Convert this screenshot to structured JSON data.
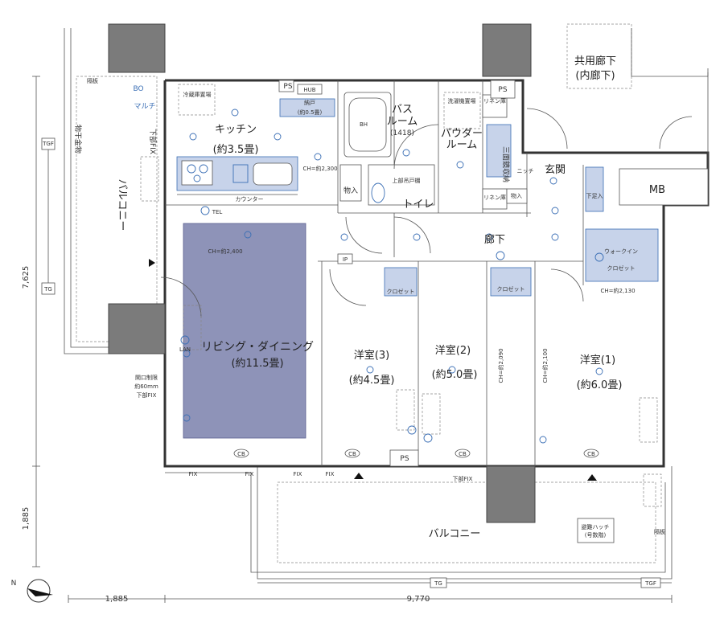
{
  "rooms": {
    "kitchen": "キッチン",
    "kitchen_size": "(約3.5畳)",
    "living": "リビング・ダイニング",
    "living_size": "(約11.5畳)",
    "bedroom3": "洋室(3)",
    "bedroom3_size": "(約4.5畳)",
    "bedroom2": "洋室(2)",
    "bedroom2_size": "(約5.0畳)",
    "bedroom1": "洋室(1)",
    "bedroom1_size": "(約6.0畳)",
    "bath": "バス",
    "bath2": "ルーム",
    "bath_size": "(1418)",
    "powder": "パウダー",
    "powder2": "ルーム",
    "toilet": "トイレ",
    "hall": "廊下",
    "entrance": "玄関",
    "common_corridor": "共用廊下",
    "common_corridor2": "(内廊下)",
    "mb": "MB",
    "balcony_side": "バルコニー",
    "balcony_bottom": "バルコニー"
  },
  "labels": {
    "ps": "PS",
    "hub": "HUB",
    "storage_05": "納戸",
    "storage_05_size": "(約0.5畳)",
    "fridge": "冷蔵庫置場",
    "washer": "洗濯機置場",
    "linen1": "リネン庫",
    "linen2": "リネン庫",
    "three_sided_mirror": "三面鏡収納",
    "closet_storage1": "物入",
    "closet_storage2": "物入",
    "shoe": "下足入",
    "niche": "ニッチ",
    "walkin": "ウォークイン",
    "walkin2": "クロゼット",
    "closet3": "クロゼット",
    "closet2": "クロゼット",
    "counter": "カウンター",
    "upper_cabinet": "上部吊戸棚",
    "laundry_rack": "物干金物",
    "partition": "隔板",
    "partition2": "隔板",
    "bo": "BO",
    "multi": "マルチ",
    "tel": "TEL",
    "lan": "LAN",
    "ip": "IP",
    "cb": "CB",
    "tg": "TG",
    "tgf": "TGF",
    "fix": "FIX",
    "lower_fix_v": "下部FIX",
    "lower_fix_h": "下部FIX",
    "opening_limit": "開口制限",
    "opening_limit2": "約60mm",
    "opening_limit3": "下部FIX",
    "escape": "避難ハッチ",
    "escape2": "(号数階)",
    "ch_kitchen": "CH=約2,300",
    "ch_living": "CH=約2,400",
    "ch_r2": "CH=約2,090",
    "ch_r1": "CH=約2,100",
    "ch_wic": "CH=約2,130",
    "bh": "BH",
    "dim_left": "7,625",
    "dim_left2": "1,885",
    "dim_bottom1": "1,885",
    "dim_bottom2": "9,770",
    "north": "N"
  },
  "colors": {
    "living_fill": "#8e93b8",
    "column_fill": "#7b7b7b",
    "equipment_fill": "#c7d3ea",
    "line": "#333333",
    "accent_blue": "#3b6fb5"
  }
}
